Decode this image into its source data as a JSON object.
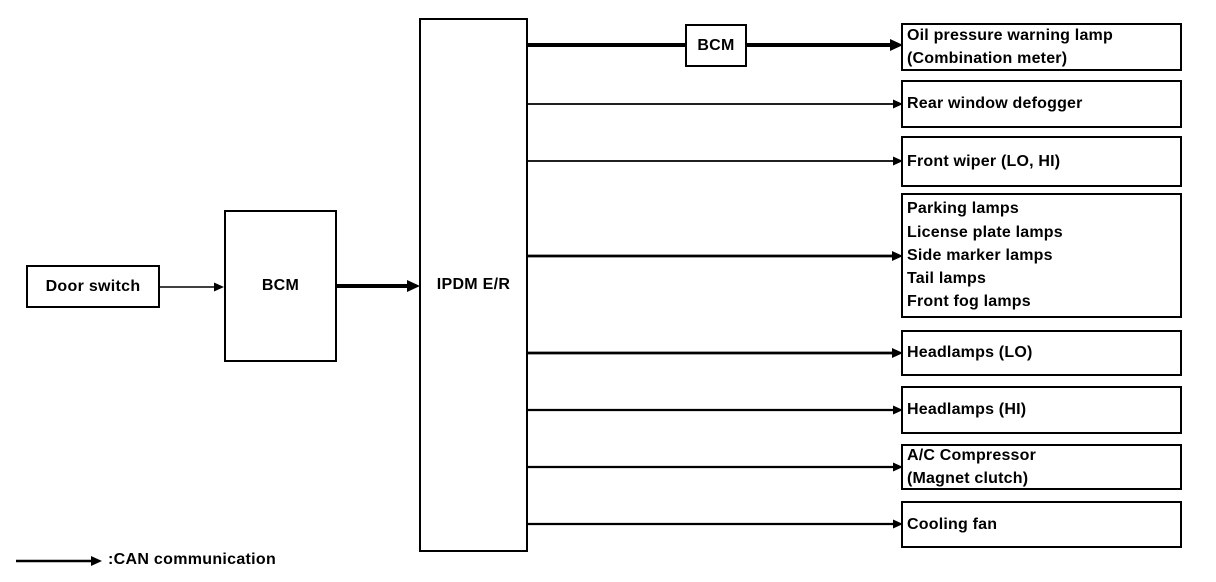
{
  "diagram": {
    "nodes": {
      "door_switch": {
        "label": "Door switch"
      },
      "bcm_main": {
        "label": "BCM"
      },
      "ipdm": {
        "label": "IPDM E/R"
      },
      "bcm_relay": {
        "label": "BCM"
      }
    },
    "outputs": [
      {
        "lines": [
          "Oil pressure warning lamp",
          "(Combination meter)"
        ]
      },
      {
        "lines": [
          "Rear window defogger"
        ]
      },
      {
        "lines": [
          "Front wiper (LO, HI)"
        ]
      },
      {
        "lines": [
          "Parking lamps",
          "License plate lamps",
          "Side marker lamps",
          "Tail lamps",
          "Front fog lamps"
        ]
      },
      {
        "lines": [
          "Headlamps (LO)"
        ]
      },
      {
        "lines": [
          "Headlamps (HI)"
        ]
      },
      {
        "lines": [
          "A/C Compressor",
          "(Magnet clutch)"
        ]
      },
      {
        "lines": [
          "Cooling fan"
        ]
      }
    ],
    "legend": {
      "label": ":CAN communication"
    },
    "colors": {
      "line": "#000000",
      "text": "#000000",
      "background": "#ffffff"
    }
  }
}
